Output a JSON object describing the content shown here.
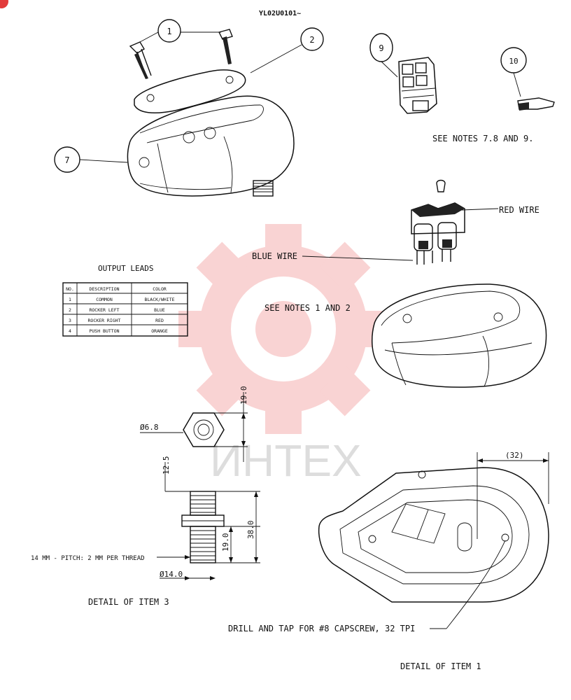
{
  "header": {
    "drawing_id": "YL02U0101~"
  },
  "callouts": [
    "1",
    "2",
    "7",
    "9",
    "10"
  ],
  "notes": {
    "see_notes_789": "SEE NOTES 7.8 AND 9.",
    "red_wire": "RED WIRE",
    "blue_wire": "BLUE WIRE",
    "see_notes_12": "SEE NOTES 1 AND 2",
    "thread": "14 MM - PITCH: 2 MM PER THREAD",
    "drill_tap": "DRILL AND TAP FOR #8 CAPSCREW, 32 TPI",
    "detail_item3": "DETAIL OF ITEM 3",
    "detail_item1": "DETAIL OF ITEM 1"
  },
  "output_leads": {
    "title": "OUTPUT LEADS",
    "headers": [
      "NO.",
      "DESCRIPTION",
      "COLOR"
    ],
    "rows": [
      [
        "1",
        "COMMON",
        "BLACK/WHITE"
      ],
      [
        "2",
        "ROCKER LEFT",
        "BLUE"
      ],
      [
        "3",
        "ROCKER RIGHT",
        "RED"
      ],
      [
        "4",
        "PUSH BUTTON",
        "ORANGE"
      ]
    ]
  },
  "dimensions": {
    "hex_width": "19.0",
    "hole_dia": "Ø6.8",
    "top_len": "12.5",
    "thread_len": "19.0",
    "overall": "38.0",
    "shaft_dia": "Ø14.0",
    "radius_ref": "(32)"
  },
  "watermark": {
    "text": "ИНТЕХ",
    "color": "#e83a3a"
  }
}
